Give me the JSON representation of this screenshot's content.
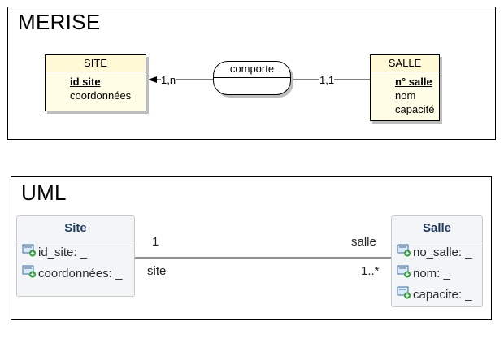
{
  "merise": {
    "title": "MERISE",
    "entity_site": {
      "name": "SITE",
      "key": "id site",
      "attrs": [
        "coordonnées"
      ]
    },
    "entity_salle": {
      "name": "SALLE",
      "key": "n° salle",
      "attrs": [
        "nom",
        "capacité"
      ]
    },
    "association": {
      "name": "comporte"
    },
    "card_site": "1,n",
    "card_salle": "1,1"
  },
  "uml": {
    "title": "UML",
    "class_site": {
      "name": "Site",
      "attrs": [
        "id_site: _",
        "coordonnées: _"
      ]
    },
    "class_salle": {
      "name": "Salle",
      "attrs": [
        "no_salle: _",
        "nom: _",
        "capacite: _"
      ]
    },
    "mult_site": "1",
    "role_site": "site",
    "role_salle": "salle",
    "mult_salle": "1..*"
  }
}
